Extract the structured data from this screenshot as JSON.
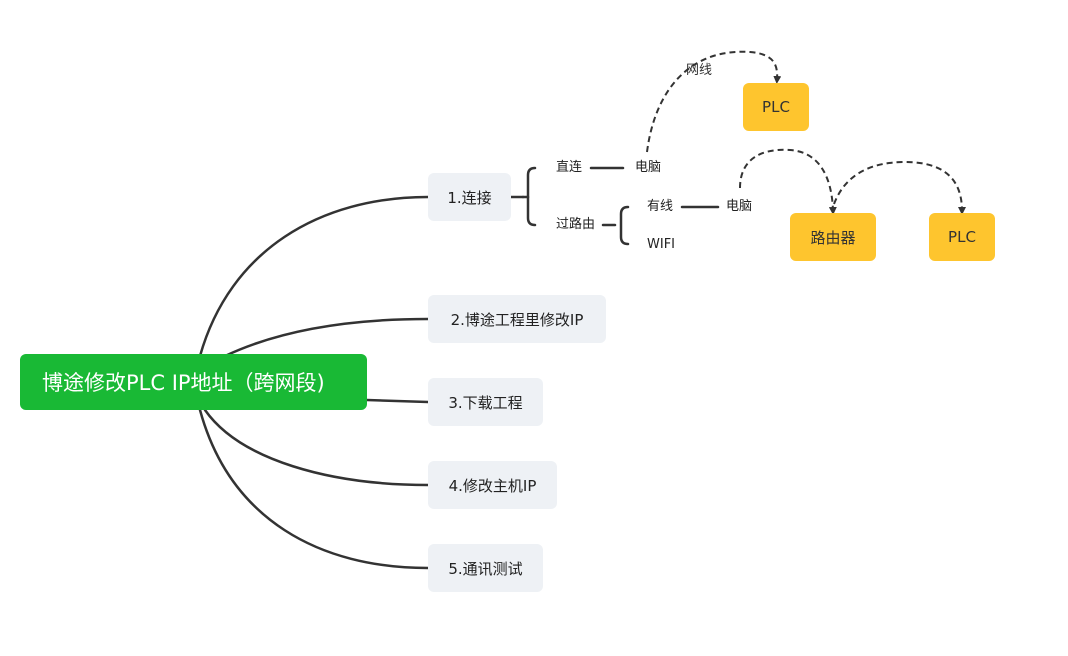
{
  "root": {
    "title": "博途修改PLC IP地址（跨网段)"
  },
  "branches": [
    {
      "label": "1.连接"
    },
    {
      "label": "2.博途工程里修改IP"
    },
    {
      "label": "3.下载工程"
    },
    {
      "label": "4.修改主机IP"
    },
    {
      "label": "5.通讯测试"
    }
  ],
  "connection": {
    "direct": {
      "label": "直连",
      "child": "电脑"
    },
    "via_router": {
      "label": "过路由",
      "wired": {
        "label": "有线",
        "child": "电脑"
      },
      "wifi": {
        "label": "WIFI"
      }
    }
  },
  "cable_label": "网线",
  "devices": {
    "plc_top": "PLC",
    "router": "路由器",
    "plc_right": "PLC"
  },
  "colors": {
    "root_fill": "#19b935",
    "branch_fill": "#eef1f5",
    "device_fill": "#fec52e",
    "line": "#333333"
  }
}
